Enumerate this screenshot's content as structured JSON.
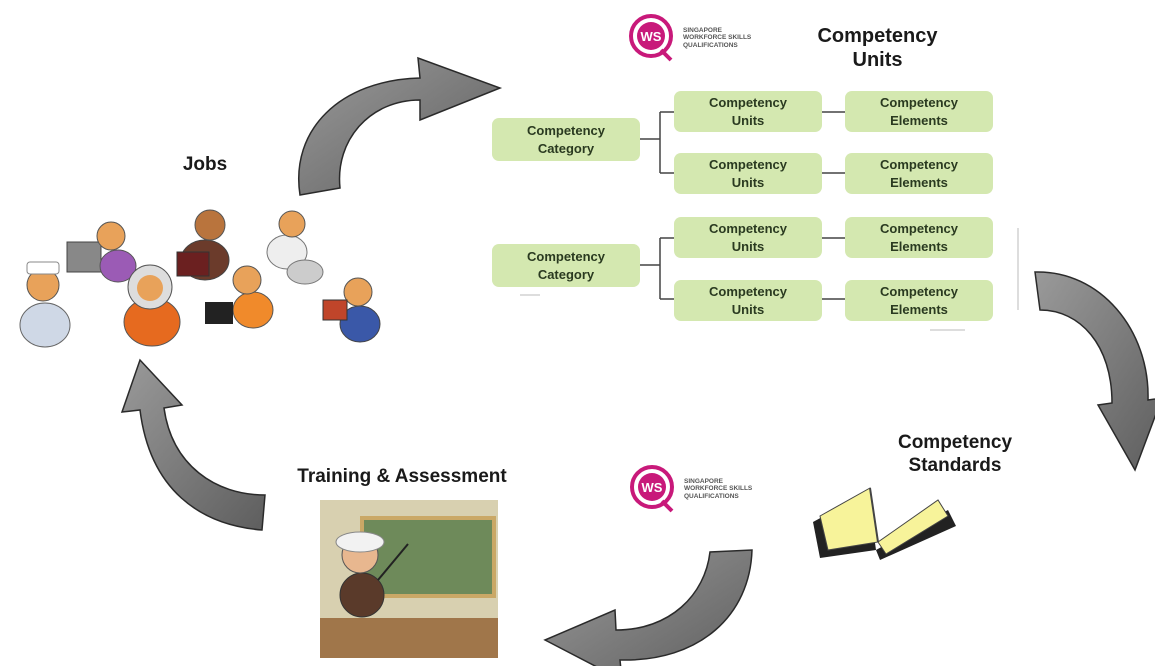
{
  "labels": {
    "jobs": "Jobs",
    "competency_units_title": "Competency\nUnits",
    "competency_standards": "Competency\nStandards",
    "training_assessment": "Training & Assessment"
  },
  "logo": {
    "initials": "WS",
    "text": "SINGAPORE\nWORKFORCE SKILLS\nQUALIFICATIONS",
    "color": "#c8197a"
  },
  "framework": {
    "groups": [
      {
        "category": "Competency\nCategory",
        "rows": [
          {
            "unit": "Competency\nUnits",
            "element": "Competency\nElements"
          },
          {
            "unit": "Competency\nUnits",
            "element": "Competency\nElements"
          }
        ]
      },
      {
        "category": "Competency\nCategory",
        "rows": [
          {
            "unit": "Competency\nUnits",
            "element": "Competency\nElements"
          },
          {
            "unit": "Competency\nUnits",
            "element": "Competency\nElements"
          }
        ]
      }
    ]
  },
  "colors": {
    "box_fill": "#d4e8b0",
    "arrow_fill": "#7a7a7a",
    "arrow_stroke": "#2a2a2a"
  }
}
